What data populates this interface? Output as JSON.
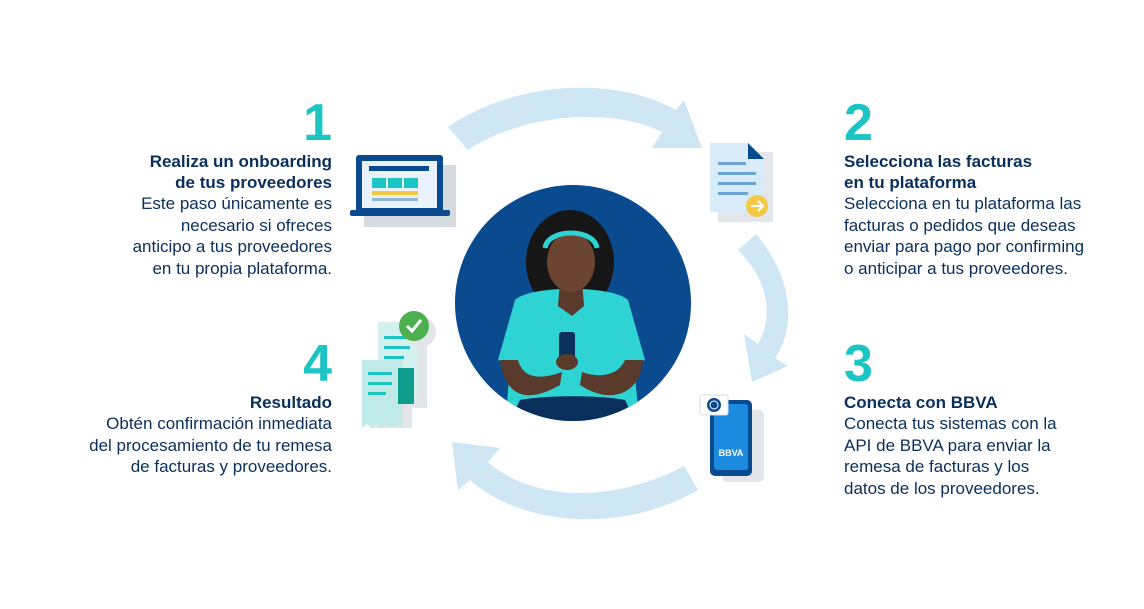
{
  "steps": [
    {
      "number": "1",
      "title": "Realiza un onboarding\nde tus proveedores",
      "description": "Este paso únicamente es\nnecesario si ofreces\nanticipo a tus proveedores\nen tu propia plataforma."
    },
    {
      "number": "2",
      "title": "Selecciona las facturas\nen tu plataforma",
      "description": "Selecciona en tu plataforma las\nfacturas o pedidos que deseas\nenviar para pago por confirming\no anticipar a tus proveedores."
    },
    {
      "number": "3",
      "title": "Conecta con BBVA",
      "description": "Conecta tus sistemas con la\nAPI de BBVA para enviar la\nremesa de facturas y los\ndatos de los proveedores."
    },
    {
      "number": "4",
      "title": "Resultado",
      "description": "Obtén confirmación inmediata\ndel procesamiento de tu remesa\nde facturas y proveedores."
    }
  ],
  "phone_brand": "BBVA",
  "colors": {
    "accent": "#1cc4c4",
    "navy": "#0a2f5c",
    "circle": "#0a4a8f",
    "arrow": "#cfe6f4"
  }
}
